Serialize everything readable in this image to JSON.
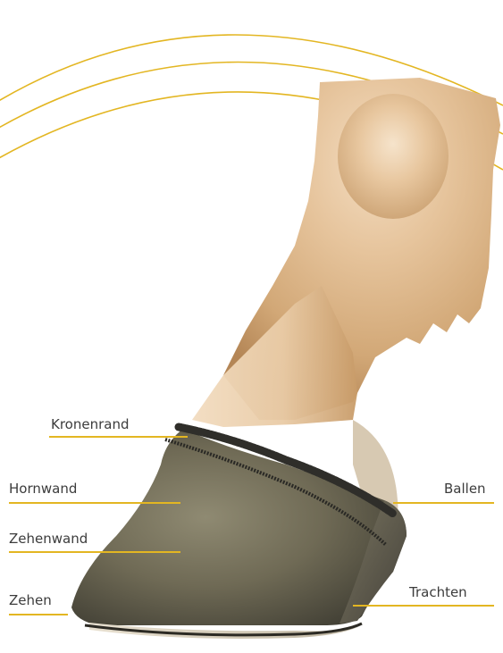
{
  "colors": {
    "accent": "#e3b622",
    "text": "#3c3c3c",
    "skin": "#e7c9a4",
    "skin_shadow": "#b48656",
    "hoof": "#6e6a55",
    "hoof_dark": "#3f3d33",
    "coronet": "#2f2e2a"
  },
  "labels": {
    "kronenrand": "Kronenrand",
    "hornwand": "Hornwand",
    "zehenwand": "Zehenwand",
    "zehen": "Zehen",
    "ballen": "Ballen",
    "trachten": "Trachten"
  }
}
